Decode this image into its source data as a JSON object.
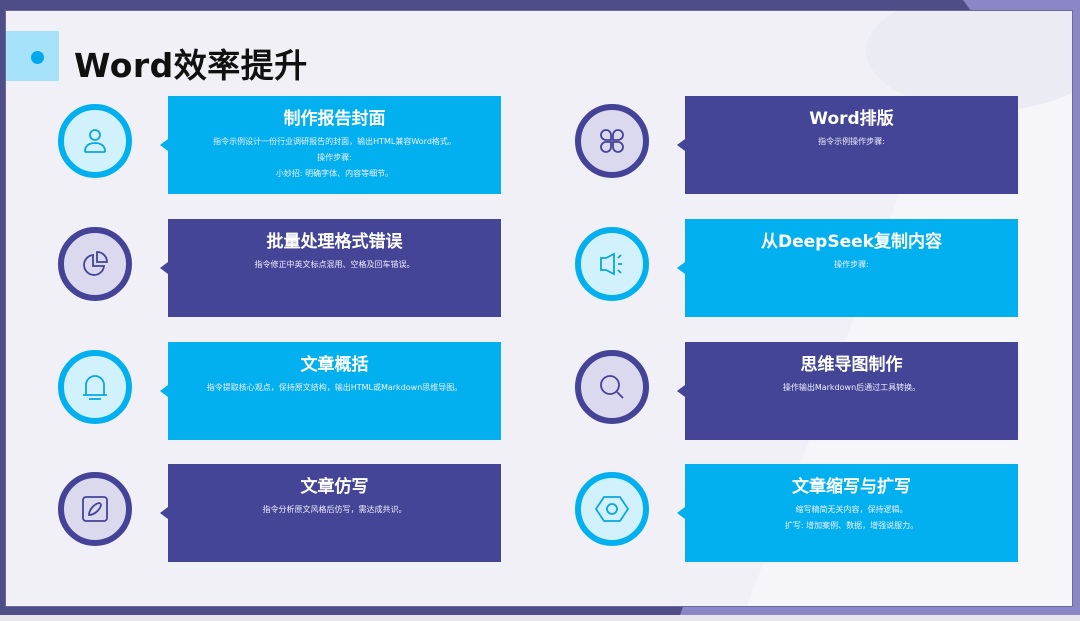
{
  "page": {
    "title": "Word效率提升",
    "colors": {
      "cyan": "#03b0ef",
      "purple": "#454597",
      "background": "#f1f0f6"
    }
  },
  "items": [
    {
      "icon": "user-icon",
      "theme": "cyan",
      "title": "制作报告封面",
      "desc": [
        "指令示例设计一份行业调研报告的封面，输出HTML兼容Word格式。",
        "操作步骤:",
        "小妙招: 明确字体、内容等细节。"
      ]
    },
    {
      "icon": "pie-chart-icon",
      "theme": "purple",
      "title": "批量处理格式错误",
      "desc": [
        "指令修正中英文标点混用、空格及回车错误。"
      ]
    },
    {
      "icon": "bell-icon",
      "theme": "cyan",
      "title": "文章概括",
      "desc": [
        "指令提取核心观点，保持原文结构，输出HTML或Markdown思维导图。"
      ]
    },
    {
      "icon": "edit-icon",
      "theme": "purple",
      "title": "文章仿写",
      "desc": [
        "指令分析原文风格后仿写，需达成共识。"
      ]
    },
    {
      "icon": "command-icon",
      "theme": "purple",
      "title": "Word排版",
      "desc": [
        "指令示例操作步骤:"
      ]
    },
    {
      "icon": "speaker-icon",
      "theme": "cyan",
      "title": "从DeepSeek复制内容",
      "desc": [
        "操作步骤:"
      ]
    },
    {
      "icon": "search-icon",
      "theme": "purple",
      "title": "思维导图制作",
      "desc": [
        "操作输出Markdown后通过工具转换。"
      ]
    },
    {
      "icon": "hexagon-nut-icon",
      "theme": "cyan",
      "title": "文章缩写与扩写",
      "desc": [
        "缩写精简无关内容，保持逻辑。",
        "扩写: 增加案例、数据，增强说服力。"
      ]
    }
  ]
}
